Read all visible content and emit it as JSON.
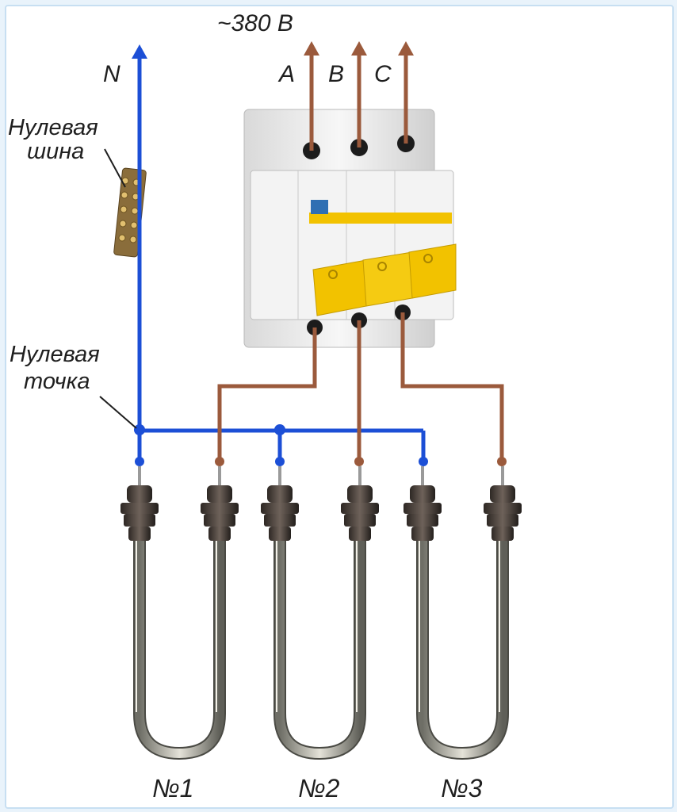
{
  "labels": {
    "voltage": "~380 В",
    "phase_a": "A",
    "phase_b": "B",
    "phase_c": "C",
    "neutral": "N",
    "neutral_bus_line1": "Нулевая",
    "neutral_bus_line2": "шина",
    "neutral_point_line1": "Нулевая",
    "neutral_point_line2": "точка",
    "heater_1": "№1",
    "heater_2": "№2",
    "heater_3": "№3"
  },
  "colors": {
    "neutral_wire": "#1c4fd6",
    "phase_wire": "#9b5a3c",
    "breaker_handle": "#f2c200",
    "breaker_body": "#eeeeee"
  },
  "icons": {
    "breaker": "three-pole-circuit-breaker-icon",
    "bus": "neutral-bus-bar-icon",
    "heater": "tubular-heater-icon"
  }
}
